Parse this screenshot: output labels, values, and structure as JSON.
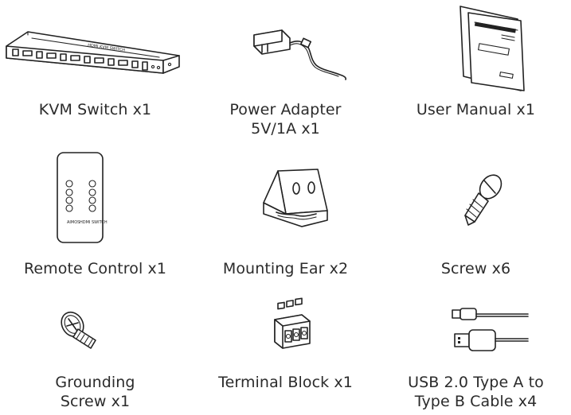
{
  "items": [
    {
      "icon": "kvm-switch-icon",
      "lines": [
        "KVM Switch x1"
      ]
    },
    {
      "icon": "power-adapter-icon",
      "lines": [
        "Power Adapter",
        "5V/1A x1"
      ]
    },
    {
      "icon": "user-manual-icon",
      "lines": [
        "User Manual x1"
      ]
    },
    {
      "icon": "remote-control-icon",
      "lines": [
        "Remote Control x1"
      ]
    },
    {
      "icon": "mounting-ear-icon",
      "lines": [
        "Mounting Ear x2"
      ]
    },
    {
      "icon": "screw-icon",
      "lines": [
        "Screw x6"
      ]
    },
    {
      "icon": "grounding-screw-icon",
      "lines": [
        "Grounding",
        "Screw x1"
      ]
    },
    {
      "icon": "terminal-block-icon",
      "lines": [
        "Terminal Block x1"
      ]
    },
    {
      "icon": "usb-cable-icon",
      "lines": [
        "USB 2.0 Type A to",
        "Type B Cable x4"
      ]
    }
  ]
}
